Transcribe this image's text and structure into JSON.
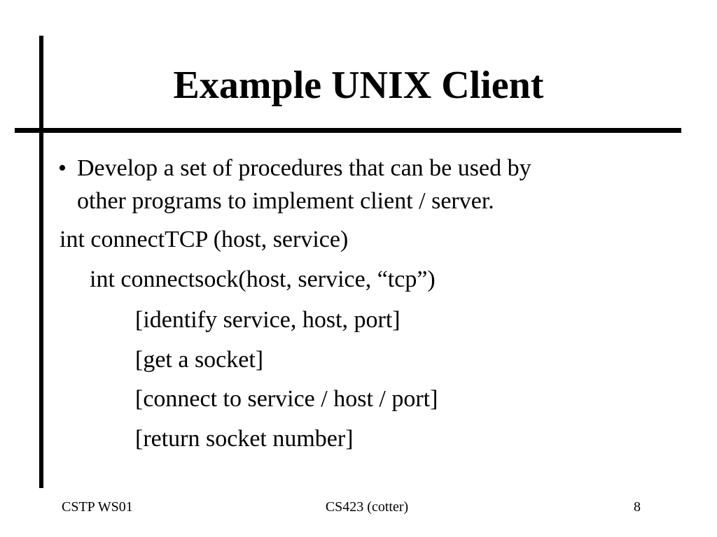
{
  "slide": {
    "title": "Example UNIX Client",
    "bullet_marker": "•",
    "content": {
      "bullet_line1": "Develop a set of procedures that can be used by",
      "bullet_line2": "other programs to implement client / server.",
      "lines": [
        "int connectTCP (host, service)",
        "int connectsock(host, service, “tcp”)",
        "[identify service, host, port]",
        "[get a socket]",
        "[connect to service / host / port]",
        "[return socket number]"
      ]
    },
    "footer": {
      "left": "CSTP WS01",
      "center": "CS423 (cotter)",
      "page_number": "8"
    },
    "colors": {
      "background": "#ffffff",
      "text": "#000000",
      "accent_lines": "#000000"
    }
  }
}
